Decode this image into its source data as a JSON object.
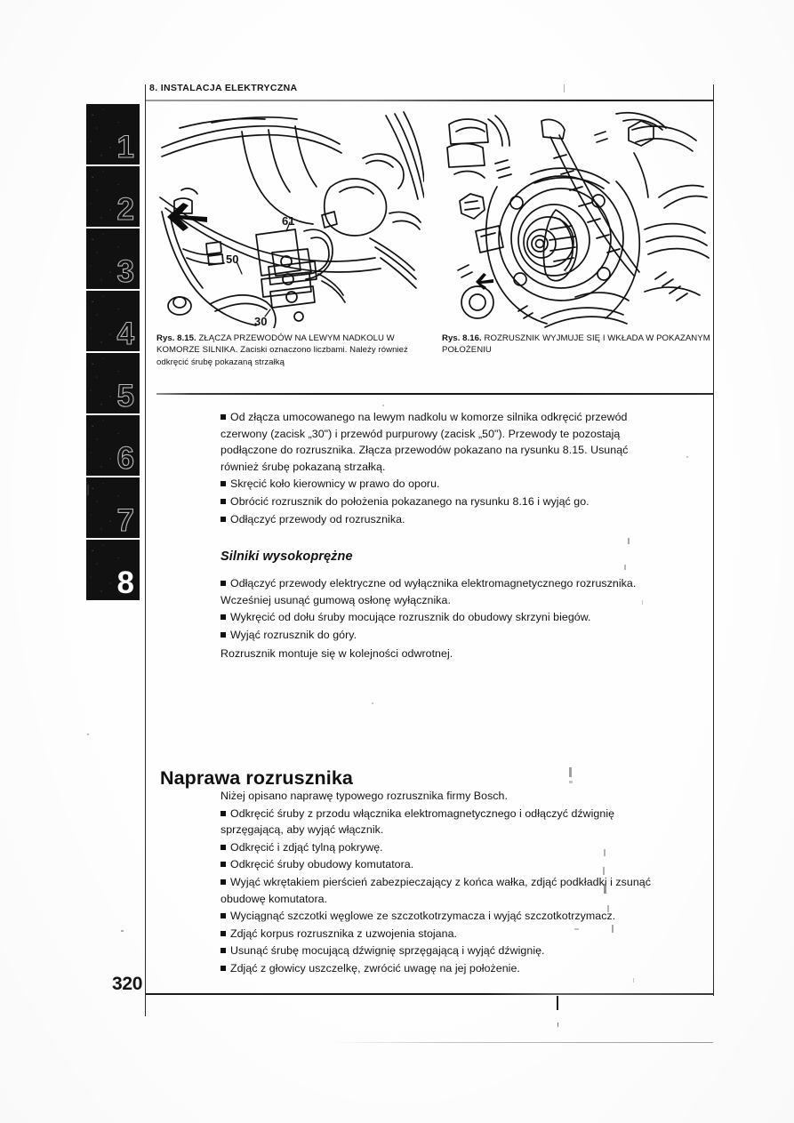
{
  "document": {
    "running_head": "8. INSTALACJA ELEKTRYCZNA",
    "page_number": "320"
  },
  "index_tabs": [
    {
      "label": "1",
      "active": false
    },
    {
      "label": "2",
      "active": false
    },
    {
      "label": "3",
      "active": false
    },
    {
      "label": "4",
      "active": false
    },
    {
      "label": "5",
      "active": false
    },
    {
      "label": "6",
      "active": false
    },
    {
      "label": "7",
      "active": false
    },
    {
      "label": "8",
      "active": true
    }
  ],
  "figures": [
    {
      "id": "rys-8-15",
      "callouts": [
        "61",
        "50",
        "30"
      ],
      "caption_ref": "Rys. 8.15.",
      "caption_upper": " ZŁĄCZA PRZEWODÓW NA LEWYM NADKOLU W KOMORZE SILNIKA.",
      "caption_lower": " Zaciski oznaczono liczbami. Należy również odkręcić śrubę pokazaną strzałką"
    },
    {
      "id": "rys-8-16",
      "callouts": [],
      "caption_ref": "Rys. 8.16.",
      "caption_upper": " ROZRUSZNIK WYJMUJE SIĘ I WKŁADA W POKAZANYM POŁOŻENIU",
      "caption_lower": ""
    }
  ],
  "body": {
    "block_1": [
      "Od złącza umocowanego na lewym nadkolu w komorze silnika odkręcić przewód czerwony (zacisk „30\") i przewód purpurowy (zacisk „50\"). Przewody te pozostają podłączone do rozrusznika. Złącza przewodów pokazano na rysunku 8.15. Usunąć również śrubę pokazaną strzałką.",
      "Skręcić koło kierownicy w prawo do oporu.",
      "Obrócić rozrusznik do położenia pokazanego na rysunku 8.16 i wyjąć go.",
      "Odłączyć przewody od rozrusznika."
    ],
    "subheading_diesel": "Silniki wysokoprężne",
    "block_2": [
      "Odłączyć przewody elektryczne od wyłącznika elektromagnetycznego rozrusznika. Wcześniej usunąć gumową osłonę wyłącznika.",
      "Wykręcić od dołu śruby mocujące rozrusznik do obudowy skrzyni biegów.",
      "Wyjąć rozrusznik do góry."
    ],
    "block_2_note": "Rozrusznik montuje się w kolejności odwrotnej.",
    "section_heading": "Naprawa rozrusznika",
    "block_3_intro": "Niżej opisano naprawę typowego rozrusznika firmy Bosch.",
    "block_3": [
      "Odkręcić śruby z przodu włącznika elektromagnetycznego i odłączyć dźwignię sprzęgającą, aby wyjąć włącznik.",
      "Odkręcić i zdjąć tylną pokrywę.",
      "Odkręcić śruby obudowy komutatora.",
      "Wyjąć wkrętakiem pierścień zabezpieczający z końca wałka, zdjąć podkładki i zsunąć obudowę komutatora.",
      "Wyciągnąć szczotki węglowe ze szczotkotrzymacza i wyjąć szczotkotrzymacz.",
      "Zdjąć korpus rozrusznika z uzwojenia stojana.",
      "Usunąć śrubę mocującą dźwignię sprzęgającą i wyjąć dźwignię.",
      "Zdjąć z głowicy uszczelkę, zwrócić uwagę na jej położenie."
    ]
  },
  "colors": {
    "ink": "#121212",
    "tab_bg": "#111111",
    "rule": "#2a2a2a",
    "paper": "#fefefe"
  }
}
